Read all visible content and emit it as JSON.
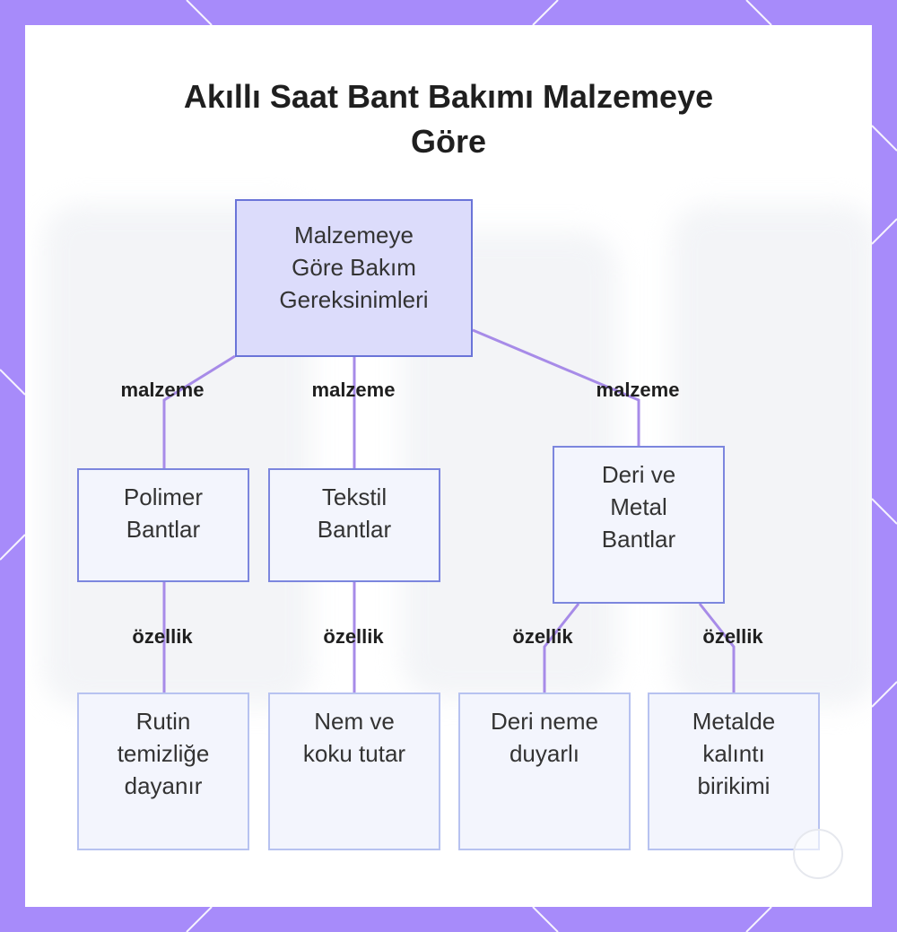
{
  "title": [
    "Akıllı Saat Bant Bakımı Malzemeye",
    "Göre"
  ],
  "colors": {
    "frame": "#a78bfa",
    "root_fill": "#dcdcfb",
    "root_border": "#6a74d8",
    "node_fill": "#f3f5fd",
    "node_border": "#7c86de",
    "leaf_border": "#b7c2f0",
    "connector": "#a78be8"
  },
  "nodes": {
    "root": [
      "Malzemeye",
      "Göre Bakım",
      "Gereksinimleri"
    ],
    "polimer": [
      "Polimer",
      "Bantlar"
    ],
    "tekstil": [
      "Tekstil",
      "Bantlar"
    ],
    "deri_metal": [
      "Deri ve",
      "Metal",
      "Bantlar"
    ],
    "rutin": [
      "Rutin",
      "temizliğe",
      "dayanır"
    ],
    "nem": [
      "Nem ve",
      "koku tutar"
    ],
    "deri_neme": [
      "Deri neme",
      "duyarlı"
    ],
    "metalde": [
      "Metalde",
      "kalıntı",
      "birikimi"
    ]
  },
  "edges": {
    "root_polimer": "malzeme",
    "root_tekstil": "malzeme",
    "root_deri_metal": "malzeme",
    "polimer_rutin": "özellik",
    "tekstil_nem": "özellik",
    "deri_metal_deri_neme": "özellik",
    "deri_metal_metalde": "özellik"
  }
}
